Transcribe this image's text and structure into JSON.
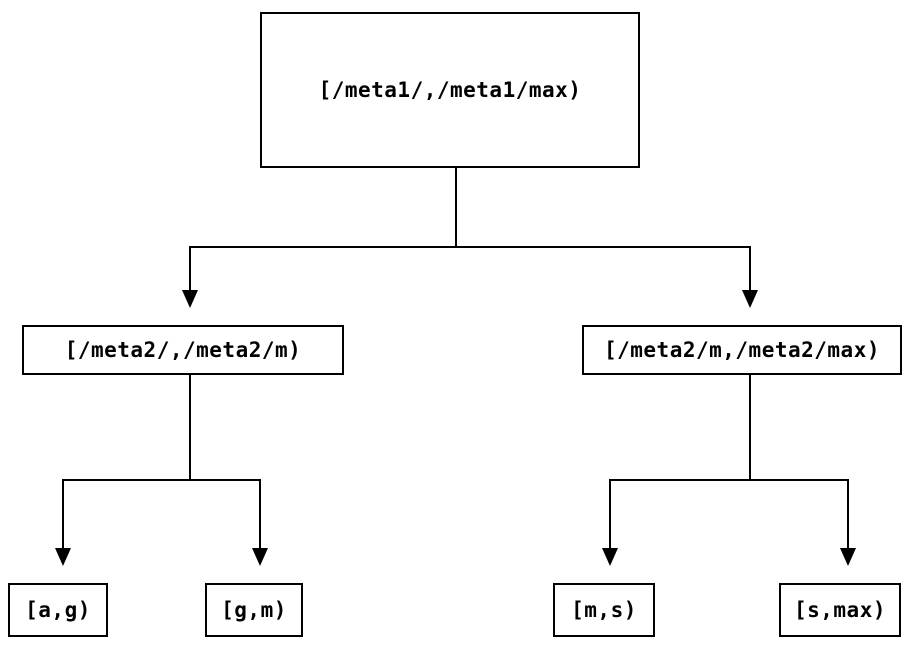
{
  "diagram": {
    "type": "binary-range-partition-tree",
    "colors": {
      "background": "#ffffff",
      "line": "#000000",
      "box_border": "#000000",
      "box_fill": "#ffffff",
      "text": "#000000"
    },
    "tree": {
      "root": {
        "label": "[/meta1/,/meta1/max)"
      },
      "children": [
        {
          "label": "[/meta2/,/meta2/m)",
          "children": [
            {
              "label": "[a,g)"
            },
            {
              "label": "[g,m)"
            }
          ]
        },
        {
          "label": "[/meta2/m,/meta2/max)",
          "children": [
            {
              "label": "[m,s)"
            },
            {
              "label": "[s,max)"
            }
          ]
        }
      ]
    }
  }
}
